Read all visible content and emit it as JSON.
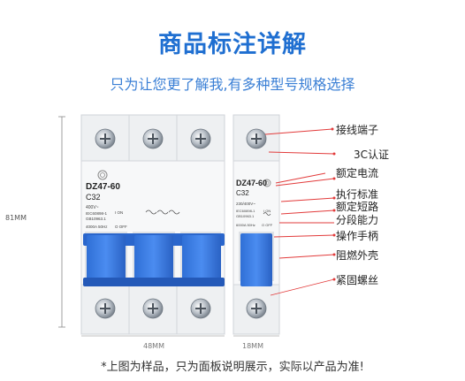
{
  "header": {
    "title": "商品标注详解",
    "subtitle": "只为让您更了解我,有多种型号规格选择"
  },
  "dimensions": {
    "height": "81MM",
    "width_main": "48MM",
    "width_side": "18MM"
  },
  "breaker_main": {
    "model": "DZ47-60",
    "rating": "C32",
    "voltage": "400V~",
    "standard_1": "IEC60898-1",
    "standard_2": "GB10963.1",
    "footer": "4000A 50Hz",
    "switch_on": "I ON",
    "switch_off": "O OFF"
  },
  "breaker_side": {
    "model": "DZ47-60",
    "rating": "C32",
    "voltage": "230/400V~",
    "standard_1": "IEC60898-1",
    "standard_2": "GB10963.1",
    "footer": "6000A 50Hz",
    "switch_on": "I ON",
    "switch_off": "O OFF"
  },
  "labels": [
    "接线端子",
    "3C认证",
    "额定电流",
    "执行标准",
    "额定短路",
    "分段能力",
    "操作手柄",
    "阻燃外壳",
    "紧固螺丝"
  ],
  "footnote": "*上图为样品，只为面板说明展示，实际以产品为准!",
  "colors": {
    "title": "#1f6fd1",
    "handle": "#3d7fe6",
    "label_line": "#e23b3b"
  }
}
